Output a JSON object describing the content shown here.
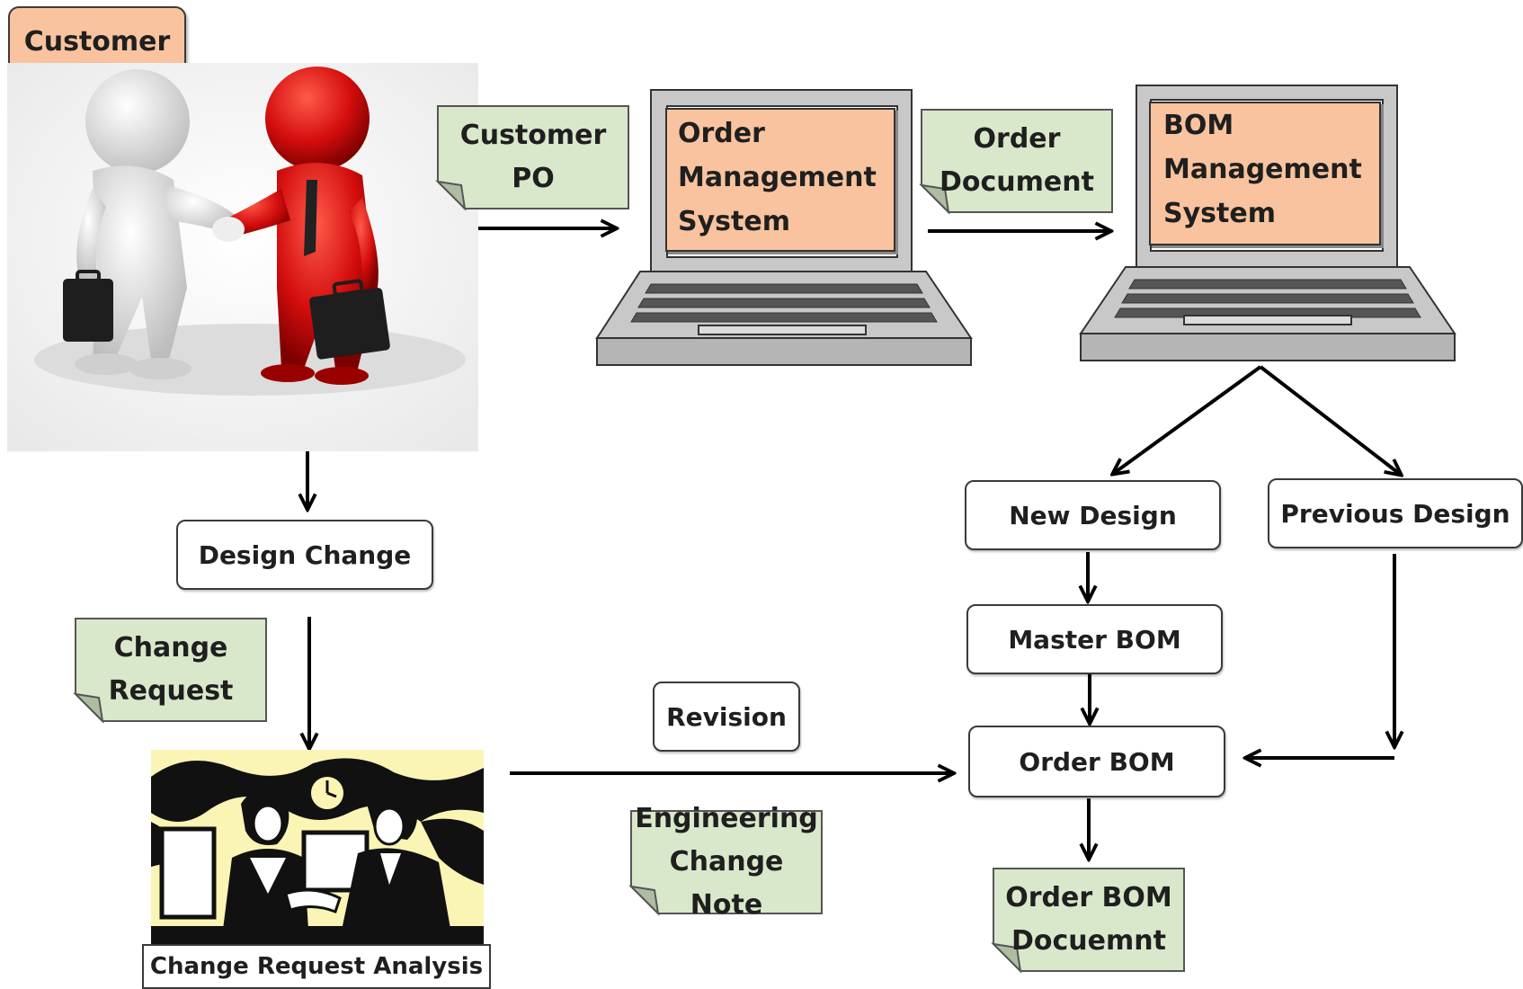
{
  "customer_tag": "Customer",
  "notes": {
    "customer_po": [
      "Customer",
      "PO"
    ],
    "order_document": [
      "Order",
      "Document"
    ],
    "change_request": [
      "Change",
      "Request"
    ],
    "engineering_change_note": [
      "Engineering",
      "Change Note"
    ],
    "order_bom_document": [
      "Order BOM",
      "Docuemnt"
    ]
  },
  "systems": {
    "order_management": [
      "Order",
      "Management",
      "System"
    ],
    "bom_management": [
      "BOM",
      "Management",
      "System"
    ]
  },
  "boxes": {
    "design_change": "Design Change",
    "new_design": "New Design",
    "previous_design": "Previous Design",
    "master_bom": "Master BOM",
    "revision": "Revision",
    "order_bom": "Order BOM"
  },
  "illustrations": {
    "handshake": "handshake-figures",
    "meeting": "meeting-clipart"
  },
  "caption": "Change Request Analysis",
  "colors": {
    "note_fill": "#d9e7cb",
    "tag_fill": "#f8c39e",
    "screen_fill": "#f8c39e",
    "laptop_gray": "#c8c8c8",
    "clipart_bg": "#fbf5b5"
  }
}
